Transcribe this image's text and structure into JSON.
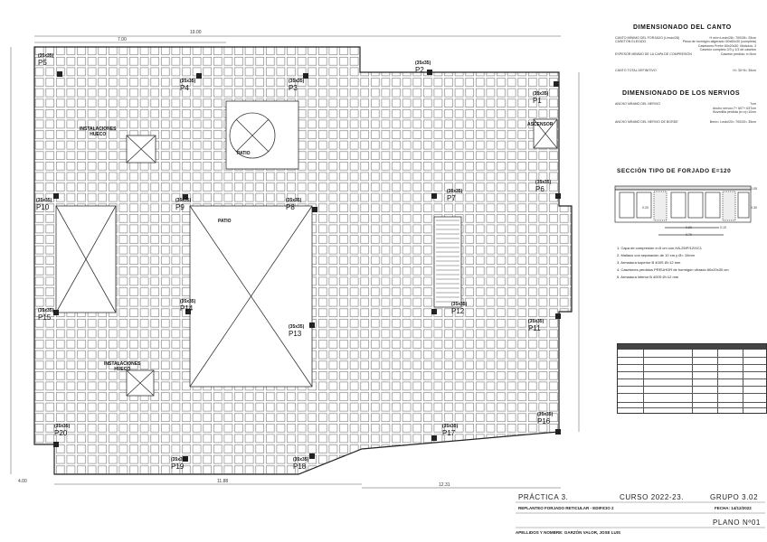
{
  "plan": {
    "columns": [
      {
        "id": "P1",
        "size": "(35x35)"
      },
      {
        "id": "P2",
        "size": "(35x35)"
      },
      {
        "id": "P3",
        "size": "(35x35)"
      },
      {
        "id": "P4",
        "size": "(35x35)"
      },
      {
        "id": "P5",
        "size": "(35x35)"
      },
      {
        "id": "P6",
        "size": "(35x35)"
      },
      {
        "id": "P7",
        "size": "(35x35)"
      },
      {
        "id": "P8",
        "size": "(35x35)"
      },
      {
        "id": "P9",
        "size": "(35x35)"
      },
      {
        "id": "P10",
        "size": "(35x35)"
      },
      {
        "id": "P11",
        "size": "(35x35)"
      },
      {
        "id": "P12",
        "size": "(35x35)"
      },
      {
        "id": "P13",
        "size": "(35x35)"
      },
      {
        "id": "P14",
        "size": "(35x35)"
      },
      {
        "id": "P15",
        "size": "(35x35)"
      },
      {
        "id": "P16",
        "size": "(35x35)"
      },
      {
        "id": "P17",
        "size": "(35x35)"
      },
      {
        "id": "P18",
        "size": "(35x35)"
      },
      {
        "id": "P19",
        "size": "(35x35)"
      },
      {
        "id": "P20",
        "size": "(35x35)"
      }
    ],
    "labels": {
      "patio_small": "PATIO",
      "patio_large": "PATIO",
      "instalaciones_top": "INSTALACIONES\nHUECO",
      "instalaciones_bottom": "INSTALACIONES\nHUECO",
      "ascensor": "ASCENSOR"
    },
    "dimensions": {
      "total_width": "19.00",
      "top_left": "7.00",
      "bottom_left": "11.88",
      "bottom_right": "12.31",
      "left_side": "4.00"
    }
  },
  "canto": {
    "title": "DIMENSIONADO DEL CANTO",
    "rows": [
      {
        "label": "CANTO MÍNIMO DEL FORJADO (L/máx/28)",
        "value": "H mín=Lmáx/28= 700/28= 25cm"
      },
      {
        "label": "CASETÓN ELEGIDO",
        "value": "Pieza de hormigón aligerado: 60x60x30 (completa)\nCasetones Prefor 80x20x30  Módulos: 3\nCasetón completo 2/3 y 1/3 de casetón"
      },
      {
        "label": "ESPESOR MÍNIMO DE LA CAPA DE COMPRESIÓN",
        "value": "Casetón perdido: e=5cm"
      },
      {
        "label": "CANTO TOTAL DEFINITIVO",
        "value": "H= 30+5= 35cm"
      }
    ]
  },
  "nervios": {
    "title": "DIMENSIONADO DE LOS NERVIOS",
    "rows": [
      {
        "label": "ANCHO MÍNIMO DEL NERVIO",
        "value": "7cm\nAncho nervio=7+ 607+ 637cm\nBovedilla perdida (e=x)=10cm"
      },
      {
        "label": "ANCHO MÍNIMO DEL NERVIO DE BORDE",
        "value": "Bmín= Lmáx/20= 700/20= 35cm"
      }
    ]
  },
  "section": {
    "title": "SECCIÓN TIPO DE FORJADO E=120",
    "dims": [
      "0.05",
      "0.30",
      "0.20",
      "0.60",
      "0.10",
      "0.70"
    ],
    "notes": [
      "1. Capa de compresión e=5 cm con HA-25/P/12/XC1",
      "2. Mallazo con separación de 10 cm y Ø= 10mm",
      "3. Armadura superior B 400S Ø=12 mm",
      "4. Casetones perdidos PREUHOR de hormigón vibrado 60x20x30 cm",
      "5. Armadura inferior B 400S Ø=12 mm"
    ]
  },
  "title_block": {
    "practica": "PRÁCTICA 3.",
    "curso": "CURSO 2022-23.",
    "grupo": "GRUPO 3.02",
    "subject": "REPLANTEO FORJADO RETICULAR - EDIFICIO 2",
    "fecha": "FECHA: 14/12/2022",
    "plano": "PLANO Nº01",
    "author": "APELLIDOS Y NOMBRE: GARZÓN VALOR, JOSE LUIS"
  },
  "colors": {
    "line": "#333333",
    "coffer": "#9a9a9a",
    "table_header": "#444444"
  }
}
